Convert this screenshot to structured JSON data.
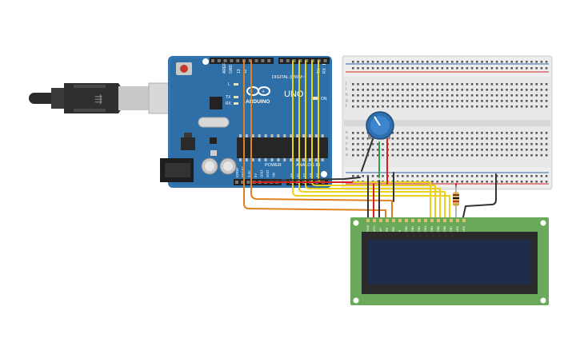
{
  "arduino": {
    "brand": "ARDUINO",
    "model": "UNO",
    "header_aref": "AREF",
    "header_gnd": "GND",
    "header_13": "13",
    "header_12": "12",
    "header_digital": "DIGITAL (PWM~)",
    "header_tx": "TX",
    "header_rx": "RX",
    "label_l": "L",
    "label_tx": "TX",
    "label_rx": "RX",
    "label_on": "ON",
    "power_label": "POWER",
    "analog_label": "ANALOG IN",
    "power_pins": [
      "IOREF",
      "RESET",
      "3.3V",
      "5V",
      "GND",
      "GND",
      "Vin"
    ],
    "analog_pins": [
      "A0",
      "A1",
      "A2",
      "A3",
      "A4",
      "A5"
    ]
  },
  "breadboard": {
    "rows_top": [
      "j",
      "i",
      "h",
      "g",
      "f"
    ],
    "rows_bottom": [
      "e",
      "d",
      "c",
      "b",
      "a"
    ]
  },
  "lcd": {
    "pin_labels": [
      "GND",
      "VCC",
      "V0",
      "RS",
      "RW",
      "E",
      "DB0",
      "DB1",
      "DB2",
      "DB3",
      "DB4",
      "DB5",
      "DB6",
      "DB7",
      "LED",
      "LED"
    ]
  },
  "colors": {
    "arduino_board": "#2e6fa8",
    "breadboard": "#e8e8e8",
    "lcd_pcb": "#6aa85a",
    "lcd_screen": "#1f2d4d",
    "wire_orange": "#e0821e",
    "wire_yellow": "#e8d21a",
    "wire_red": "#d42020",
    "wire_green": "#2aa84a",
    "wire_black": "#333333",
    "potentiometer": "#2f6fb0"
  }
}
